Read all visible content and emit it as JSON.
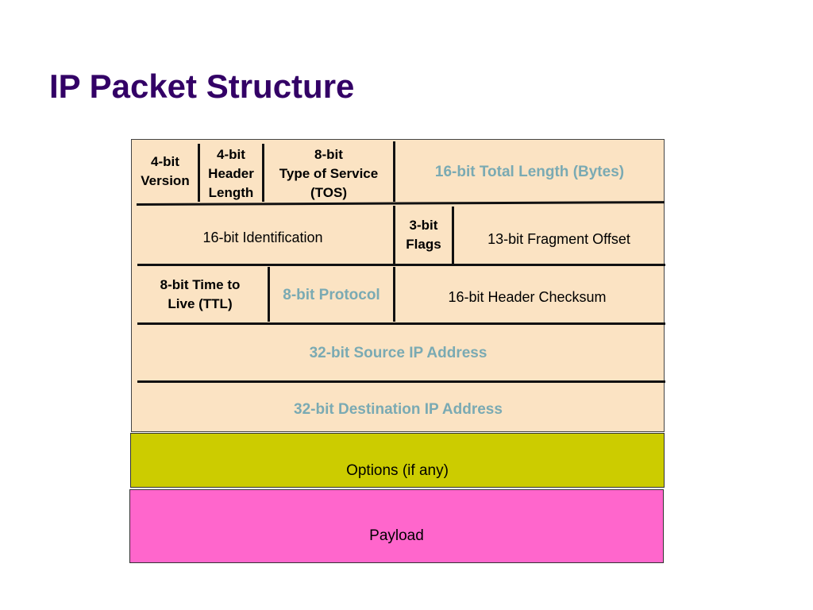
{
  "title": "IP Packet Structure",
  "colors": {
    "title": "#330066",
    "header_fill": "#fbe3c3",
    "options_fill": "#cccc00",
    "payload_fill": "#ff66cc",
    "highlight_text": "#7aaab3"
  },
  "rows": {
    "row1": {
      "version": [
        "4-bit",
        "Version"
      ],
      "header_length": [
        "4-bit",
        "Header",
        "Length"
      ],
      "tos": [
        "8-bit",
        "Type of Service",
        "(TOS)"
      ],
      "total_length": "16-bit Total Length (Bytes)"
    },
    "row2": {
      "identification": "16-bit Identification",
      "flags": [
        "3-bit",
        "Flags"
      ],
      "fragment_offset": "13-bit Fragment Offset"
    },
    "row3": {
      "ttl": [
        "8-bit Time to",
        "Live (TTL)"
      ],
      "protocol": "8-bit Protocol",
      "checksum": "16-bit Header Checksum"
    },
    "row4": {
      "source_ip": "32-bit Source IP Address"
    },
    "row5": {
      "destination_ip": "32-bit Destination IP Address"
    }
  },
  "options": "Options (if any)",
  "payload": "Payload"
}
